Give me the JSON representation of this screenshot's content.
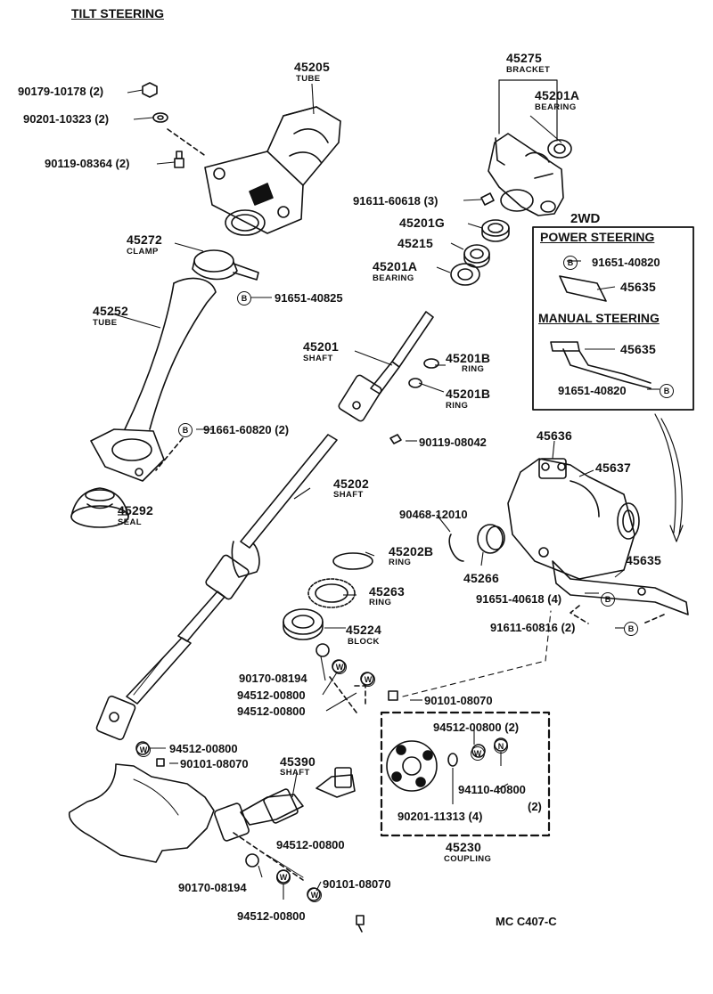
{
  "title": "TILT STEERING",
  "diagram_code": "MC C407-C",
  "box_2wd": {
    "heading": "2WD",
    "power_label": "POWER STEERING",
    "manual_label": "MANUAL STEERING",
    "power_bolt": "91651-40820",
    "power_bracket": "45635",
    "manual_bracket": "45635",
    "manual_bolt": "91651-40820"
  },
  "coupling_box": {
    "washer": "94512-00800 (2)",
    "nut": "94110-40800",
    "nut_qty": "(2)",
    "bushing": "90201-11313 (4)",
    "part": "45230",
    "part_name": "COUPLING"
  },
  "circle_letters": {
    "bolt": "B",
    "washer": "W",
    "nut": "N"
  },
  "parts": {
    "p45205": "45205",
    "p45205_name": "TUBE",
    "p90179": "90179-10178 (2)",
    "p90201": "90201-10323 (2)",
    "p90119a": "90119-08364 (2)",
    "p45272": "45272",
    "p45272_name": "CLAMP",
    "p91651a": "91651-40825",
    "p45252": "45252",
    "p45252_name": "TUBE",
    "p91661": "91661-60820 (2)",
    "p45292": "45292",
    "p45292_name": "SEAL",
    "p45275": "45275",
    "p45275_name": "BRACKET",
    "p45201A_top": "45201A",
    "p45201A_top_name": "BEARING",
    "p91611a": "91611-60618 (3)",
    "p45201G": "45201G",
    "p45215": "45215",
    "p45201A": "45201A",
    "p45201A_name": "BEARING",
    "p45201": "45201",
    "p45201_name": "SHAFT",
    "p45201B_1": "45201B",
    "p45201B_1_name": "RING",
    "p45201B_2": "45201B",
    "p45201B_2_name": "RING",
    "p90119b": "90119-08042",
    "p45202": "45202",
    "p45202_name": "SHAFT",
    "p45636": "45636",
    "p45637": "45637",
    "p90468": "90468-12010",
    "p45202B": "45202B",
    "p45202B_name": "RING",
    "p45266": "45266",
    "p45635": "45635",
    "p91651b": "91651-40618 (4)",
    "p45263": "45263",
    "p45263_name": "RING",
    "p91611b": "91611-60816 (2)",
    "p45224": "45224",
    "p45224_name": "BLOCK",
    "p90170a": "90170-08194",
    "p94512a": "94512-00800",
    "p94512b": "94512-00800",
    "p90101a": "90101-08070",
    "p94512c": "94512-00800",
    "p90101b": "90101-08070",
    "p45390": "45390",
    "p45390_name": "SHAFT",
    "p94512d": "94512-00800",
    "p90170b": "90170-08194",
    "p90101c": "90101-08070",
    "p94512e": "94512-00800"
  }
}
